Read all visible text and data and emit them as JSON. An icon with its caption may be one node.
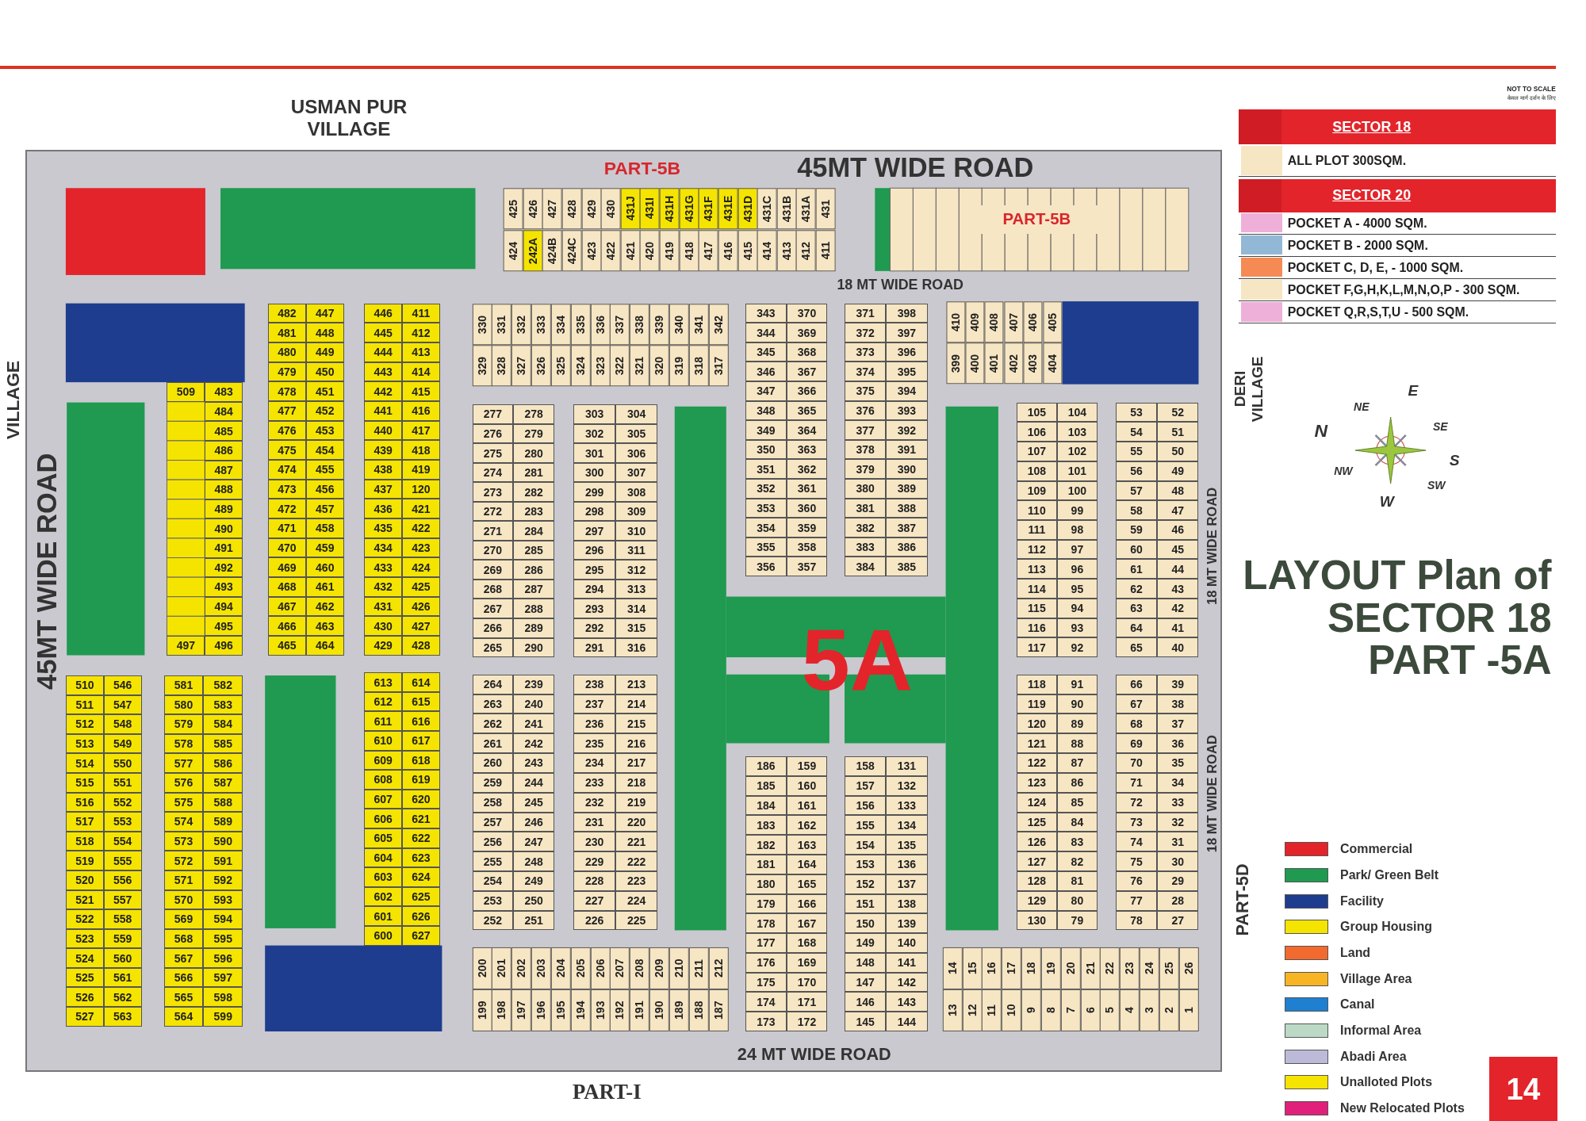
{
  "diagram": {
    "title": "LAYOUT Plan of SECTOR 18 PART -5A",
    "labels": [
      "NOT TO SCALE",
      "केवल मार्ग दर्शन के लिए",
      "SECTOR 18",
      "SECTOR 20",
      "USMAN PUR VILLAGE",
      "45MT WIDE ROAD",
      "PART-5B",
      "425",
      "426",
      "427",
      "428",
      "429",
      "430",
      "431J",
      "431I",
      "431H",
      "431G",
      "431F",
      "431E",
      "431D",
      "431C",
      "431B",
      "431A",
      "431",
      "424",
      "242A",
      "424B",
      "424C",
      "423",
      "422",
      "421",
      "420",
      "419",
      "418",
      "417",
      "416",
      "415",
      "414",
      "413",
      "412",
      "411",
      "PART-5B",
      "18 MT WIDE ROAD",
      "482",
      "447",
      "481",
      "448",
      "480",
      "449",
      "479",
      "450",
      "478",
      "451",
      "477",
      "452",
      "476",
      "453",
      "475",
      "454",
      "474",
      "455",
      "473",
      "456",
      "472",
      "457",
      "471",
      "458",
      "470",
      "459",
      "469",
      "460",
      "468",
      "461",
      "467",
      "462",
      "466",
      "463",
      "465",
      "464",
      "446",
      "411",
      "445",
      "412",
      "444",
      "413",
      "443",
      "414",
      "442",
      "415",
      "441",
      "416",
      "440",
      "417",
      "439",
      "418",
      "438",
      "419",
      "437",
      "120",
      "436",
      "421",
      "435",
      "422",
      "434",
      "423",
      "433",
      "424",
      "432",
      "425",
      "431",
      "426",
      "430",
      "427",
      "429",
      "428",
      "330",
      "331",
      "332",
      "333",
      "334",
      "335",
      "336",
      "337",
      "338",
      "339",
      "340",
      "341",
      "342",
      "329",
      "328",
      "327",
      "326",
      "325",
      "324",
      "323",
      "322",
      "321",
      "320",
      "319",
      "318",
      "317",
      "343",
      "370",
      "344",
      "369",
      "345",
      "368",
      "346",
      "367",
      "347",
      "366",
      "348",
      "365",
      "349",
      "364",
      "350",
      "363",
      "351",
      "362",
      "352",
      "361",
      "353",
      "360",
      "354",
      "359",
      "355",
      "358",
      "356",
      "357",
      "371",
      "398",
      "372",
      "397",
      "373",
      "396",
      "374",
      "395",
      "375",
      "394",
      "376",
      "393",
      "377",
      "392",
      "378",
      "391",
      "379",
      "390",
      "380",
      "389",
      "381",
      "388",
      "382",
      "387",
      "383",
      "386",
      "384",
      "385",
      "410",
      "409",
      "408",
      "407",
      "406",
      "405",
      "399",
      "400",
      "401",
      "402",
      "403",
      "404",
      "DERI VILLAGE",
      "E",
      "NE",
      "N",
      "SE",
      "NW",
      "S",
      "SW",
      "W",
      "VILLAGE",
      "45MT WIDE ROAD",
      "509",
      "483",
      "484",
      "485",
      "486",
      "487",
      "488",
      "489",
      "490",
      "491",
      "492",
      "493",
      "494",
      "495",
      "497",
      "496",
      "277",
      "278",
      "276",
      "279",
      "275",
      "280",
      "274",
      "281",
      "273",
      "282",
      "272",
      "283",
      "271",
      "284",
      "270",
      "285",
      "269",
      "286",
      "268",
      "287",
      "267",
      "288",
      "266",
      "289",
      "265",
      "290",
      "303",
      "304",
      "302",
      "305",
      "301",
      "306",
      "300",
      "307",
      "299",
      "308",
      "298",
      "309",
      "297",
      "310",
      "296",
      "311",
      "295",
      "312",
      "294",
      "313",
      "293",
      "314",
      "292",
      "315",
      "291",
      "316",
      "105",
      "104",
      "106",
      "103",
      "107",
      "102",
      "108",
      "101",
      "109",
      "100",
      "110",
      "99",
      "111",
      "98",
      "112",
      "97",
      "113",
      "96",
      "114",
      "95",
      "115",
      "94",
      "116",
      "93",
      "117",
      "92",
      "53",
      "52",
      "54",
      "51",
      "55",
      "50",
      "56",
      "49",
      "57",
      "48",
      "58",
      "47",
      "59",
      "46",
      "60",
      "45",
      "61",
      "44",
      "62",
      "43",
      "63",
      "42",
      "64",
      "41",
      "65",
      "40",
      "18 MT WIDE ROAD",
      "5A",
      "510",
      "546",
      "511",
      "547",
      "512",
      "548",
      "513",
      "549",
      "514",
      "550",
      "515",
      "551",
      "516",
      "552",
      "517",
      "553",
      "518",
      "554",
      "519",
      "555",
      "520",
      "556",
      "521",
      "557",
      "522",
      "558",
      "523",
      "559",
      "524",
      "560",
      "525",
      "561",
      "526",
      "562",
      "527",
      "563",
      "581",
      "582",
      "580",
      "583",
      "579",
      "584",
      "578",
      "585",
      "577",
      "586",
      "576",
      "587",
      "575",
      "588",
      "574",
      "589",
      "573",
      "590",
      "572",
      "591",
      "571",
      "592",
      "570",
      "593",
      "569",
      "594",
      "568",
      "595",
      "567",
      "596",
      "566",
      "597",
      "565",
      "598",
      "564",
      "599",
      "613",
      "614",
      "612",
      "615",
      "611",
      "616",
      "610",
      "617",
      "609",
      "618",
      "608",
      "619",
      "607",
      "620",
      "606",
      "621",
      "605",
      "622",
      "604",
      "623",
      "603",
      "624",
      "602",
      "625",
      "601",
      "626",
      "600",
      "627",
      "264",
      "239",
      "263",
      "240",
      "262",
      "241",
      "261",
      "242",
      "260",
      "243",
      "259",
      "244",
      "258",
      "245",
      "257",
      "246",
      "256",
      "247",
      "255",
      "248",
      "254",
      "249",
      "253",
      "250",
      "252",
      "251",
      "238",
      "213",
      "237",
      "214",
      "236",
      "215",
      "235",
      "216",
      "234",
      "217",
      "233",
      "218",
      "232",
      "219",
      "231",
      "220",
      "230",
      "221",
      "229",
      "222",
      "228",
      "223",
      "227",
      "224",
      "226",
      "225",
      "118",
      "91",
      "119",
      "90",
      "120",
      "89",
      "121",
      "88",
      "122",
      "87",
      "123",
      "86",
      "124",
      "85",
      "125",
      "84",
      "126",
      "83",
      "127",
      "82",
      "128",
      "81",
      "129",
      "80",
      "130",
      "79",
      "66",
      "39",
      "67",
      "38",
      "68",
      "37",
      "69",
      "36",
      "70",
      "35",
      "71",
      "34",
      "72",
      "33",
      "73",
      "32",
      "74",
      "31",
      "75",
      "30",
      "76",
      "29",
      "77",
      "28",
      "78",
      "27",
      "18 MT WIDE ROAD",
      "186",
      "159",
      "185",
      "160",
      "184",
      "161",
      "183",
      "162",
      "182",
      "163",
      "181",
      "164",
      "180",
      "165",
      "179",
      "166",
      "178",
      "167",
      "177",
      "168",
      "176",
      "169",
      "175",
      "170",
      "174",
      "171",
      "173",
      "172",
      "158",
      "131",
      "157",
      "132",
      "156",
      "133",
      "155",
      "134",
      "154",
      "135",
      "153",
      "136",
      "152",
      "137",
      "151",
      "138",
      "150",
      "139",
      "149",
      "140",
      "148",
      "141",
      "147",
      "142",
      "146",
      "143",
      "145",
      "144",
      "PART-5D",
      "200",
      "201",
      "202",
      "203",
      "204",
      "205",
      "206",
      "207",
      "208",
      "209",
      "210",
      "211",
      "212",
      "199",
      "198",
      "197",
      "196",
      "195",
      "194",
      "193",
      "192",
      "191",
      "190",
      "189",
      "188",
      "187",
      "14",
      "15",
      "16",
      "17",
      "18",
      "19",
      "20",
      "21",
      "22",
      "23",
      "24",
      "25",
      "26",
      "13",
      "12",
      "11",
      "10",
      "9",
      "8",
      "7",
      "6",
      "5",
      "4",
      "3",
      "2",
      "1",
      "24 MT WIDE ROAD",
      "PART-I",
      "14"
    ],
    "legend": [
      {
        "text": "ALL PLOT 300SQM.",
        "color": "#f7e6c4"
      },
      {
        "text": "POCKET A - 4000 SQM.",
        "color": "#eeb0d8"
      },
      {
        "text": "POCKET B - 2000 SQM.",
        "color": "#93b8d6"
      },
      {
        "text": "POCKET C, D, E, - 1000 SQM.",
        "color": "#f58a55"
      },
      {
        "text": "POCKET F,G,H,K,L,M,N,O,P - 300 SQM.",
        "color": "#f7e6c4"
      },
      {
        "text": "POCKET Q,R,S,T,U - 500 SQM.",
        "color": "#eeb0d8"
      },
      {
        "text": "Commercial",
        "color": "#e3242b"
      },
      {
        "text": "Park/ Green Belt",
        "color": "#1f9a50"
      },
      {
        "text": "Facility",
        "color": "#1f3d8f"
      },
      {
        "text": "Group Housing",
        "color": "#f5e400"
      },
      {
        "text": "Land",
        "color": "#f26a2e"
      },
      {
        "text": "Village Area",
        "color": "#f7b525"
      },
      {
        "text": "Canal",
        "color": "#1f7fd0"
      },
      {
        "text": "Informal Area",
        "color": "#bcd9c6"
      },
      {
        "text": "Abadi Area",
        "color": "#bbbad8"
      },
      {
        "text": "Unalloted Plots",
        "color": "#f5e400"
      },
      {
        "text": "New Relocated Plots",
        "color": "#e0207a"
      }
    ]
  }
}
